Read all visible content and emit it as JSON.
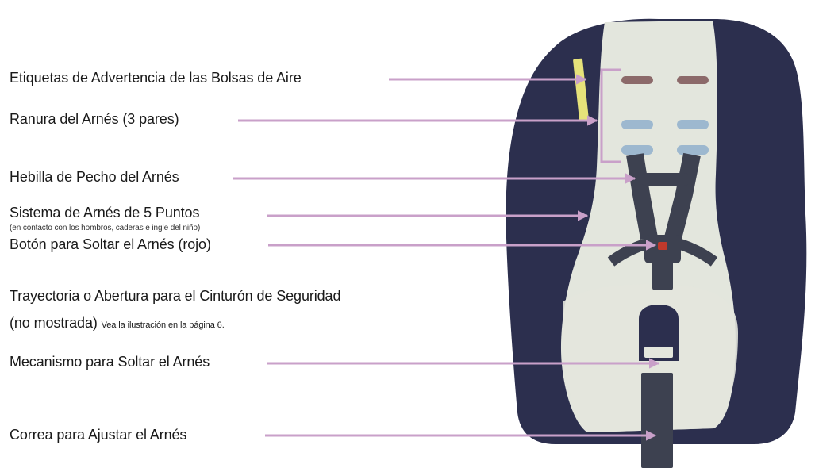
{
  "labels": {
    "airbag_warning": "Etiquetas de Advertencia de las Bolsas de Aire",
    "harness_slot": "Ranura del Arnés (3 pares)",
    "chest_clip": "Hebilla de Pecho del Arnés",
    "five_point": "Sistema de Arnés de 5 Puntos",
    "five_point_note": "(en contacto con los hombros, caderas e ingle del niño)",
    "release_button": "Botón para Soltar el Arnés (rojo)",
    "belt_path_line1": "Trayectoria o Abertura para el Cinturón de Seguridad",
    "belt_path_line2": "(no mostrada)",
    "belt_path_note": "Vea la ilustración en la página 6.",
    "release_mechanism": "Mecanismo para Soltar el Arnés",
    "adjust_strap": "Correa para Ajustar el Arnés"
  },
  "colors": {
    "arrow": "#c9a0c9",
    "shell": "#2c2f4e",
    "pad": "#e3e6dd",
    "strap": "#3d4150",
    "slot_top": "#8c6a6a",
    "slot_blue": "#9db8cf",
    "warning_label": "#e6e27a",
    "release_red": "#c0392b"
  }
}
